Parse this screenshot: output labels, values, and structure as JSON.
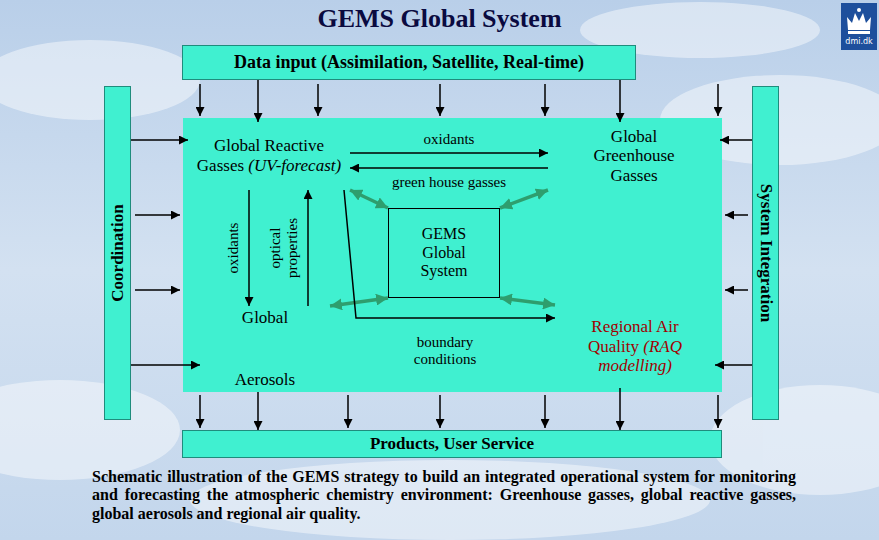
{
  "diagram": {
    "title": "GEMS Global System",
    "caption": "Schematic illustration of the GEMS strategy to build an integrated operational system for monitoring and forecasting the atmospheric chemistry environment: Greenhouse gasses, global reactive gasses, global aerosols and regional air quality.",
    "nodes": [
      {
        "text": [
          "Data input (Assimilation, Satellite, Real-time)"
        ]
      },
      {
        "text": [
          "Coordination"
        ]
      },
      {
        "text": [
          "System Integration"
        ]
      },
      {
        "text": [
          "Global Reactive Gasses",
          "(UV-forecast)"
        ]
      },
      {
        "text": [
          "Global Greenhouse Gasses"
        ]
      },
      {
        "text": [
          "GEMS Global System"
        ]
      },
      {
        "text": [
          "Global",
          "Aerosols"
        ]
      },
      {
        "text": [
          "Regional Air Quality",
          "(RAQ modelling)"
        ]
      },
      {
        "text": [
          "Products, User Service"
        ]
      }
    ],
    "edges": [
      {
        "from": 0,
        "to": 3,
        "arrow": "to"
      },
      {
        "from": 0,
        "to": 4,
        "arrow": "to"
      },
      {
        "from": 1,
        "to": 3,
        "arrow": "to"
      },
      {
        "from": 1,
        "to": 6,
        "arrow": "to"
      },
      {
        "from": 2,
        "to": 4,
        "arrow": "to"
      },
      {
        "from": 2,
        "to": 7,
        "arrow": "to"
      },
      {
        "from": 3,
        "to": 4,
        "label": "oxidants",
        "arrow": "to"
      },
      {
        "from": 4,
        "to": 3,
        "label": "green house gasses",
        "arrow": "to"
      },
      {
        "from": 3,
        "to": 6,
        "label": "oxidants",
        "arrow": "to"
      },
      {
        "from": 6,
        "to": 3,
        "label": "optical properties",
        "arrow": "to"
      },
      {
        "from": 3,
        "to": 5,
        "arrow": "both"
      },
      {
        "from": 4,
        "to": 5,
        "arrow": "both"
      },
      {
        "from": 6,
        "to": 5,
        "arrow": "both"
      },
      {
        "from": 7,
        "to": 5,
        "arrow": "both"
      },
      {
        "from": 3,
        "to": 7,
        "label": "boundary conditions",
        "arrow": "to"
      },
      {
        "from": 6,
        "to": 8,
        "arrow": "to"
      },
      {
        "from": 7,
        "to": 8,
        "arrow": "to"
      }
    ],
    "labels": [
      "dmi.dk"
    ]
  }
}
